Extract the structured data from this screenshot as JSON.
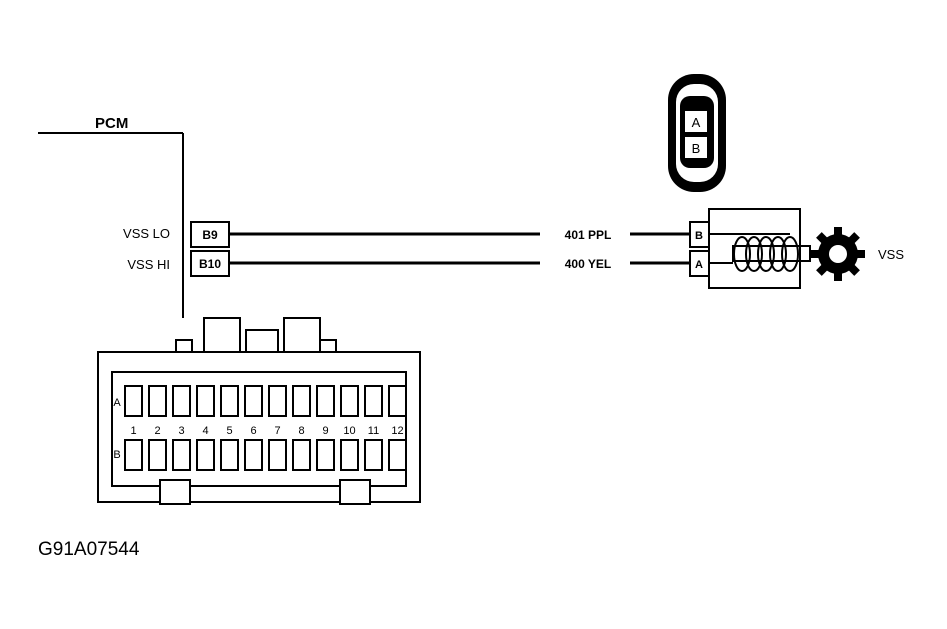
{
  "pcm": {
    "title": "PCM",
    "vss_lo_label": "VSS LO",
    "vss_hi_label": "VSS HI",
    "pin_lo": "B9",
    "pin_hi": "B10"
  },
  "wires": {
    "ppl": "401 PPL",
    "yel": "400 YEL"
  },
  "sensor": {
    "label": "VSS",
    "pin_top": "B",
    "pin_bottom": "A",
    "end_view_top": "A",
    "end_view_bottom": "B"
  },
  "connector": {
    "row_a_label": "A",
    "row_b_label": "B",
    "pin_numbers": [
      "1",
      "2",
      "3",
      "4",
      "5",
      "6",
      "7",
      "8",
      "9",
      "10",
      "11",
      "12"
    ]
  },
  "figure_id": "G91A07544"
}
